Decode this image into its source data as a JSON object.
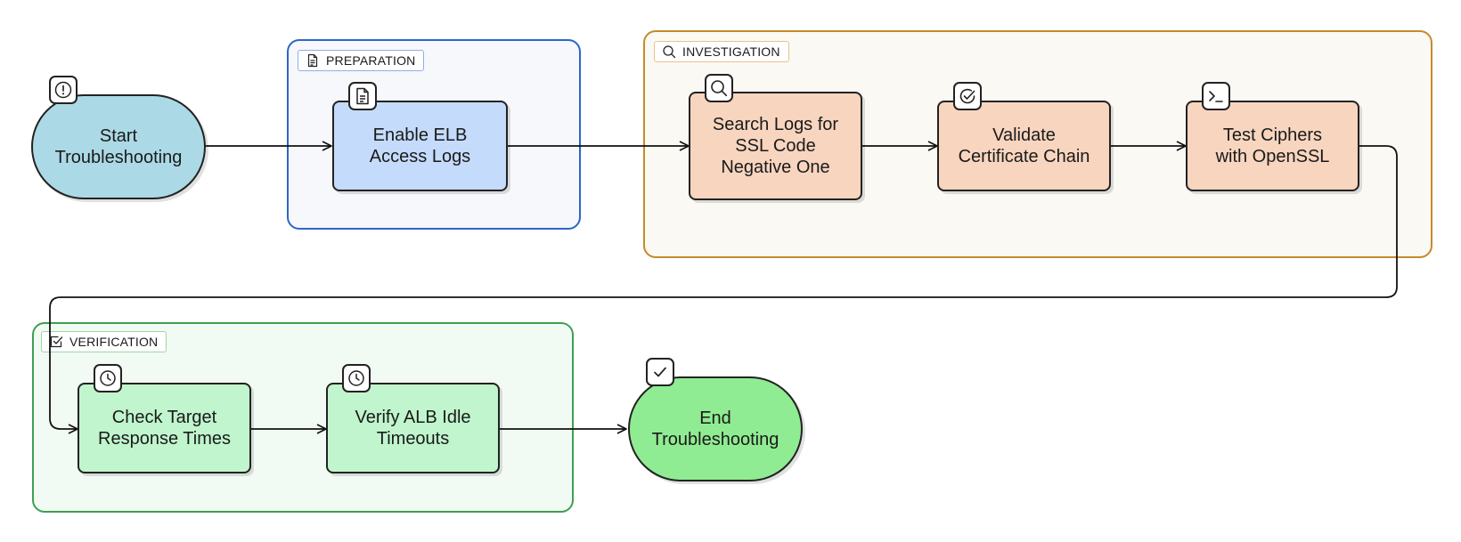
{
  "groups": {
    "preparation": "PREPARATION",
    "investigation": "INVESTIGATION",
    "verification": "VERIFICATION"
  },
  "nodes": {
    "start": "Start\nTroubleshooting",
    "enable_logs": "Enable ELB\nAccess Logs",
    "search_logs": "Search Logs for\nSSL Code\nNegative One",
    "validate_chain": "Validate\nCertificate Chain",
    "test_ciphers": "Test Ciphers\nwith OpenSSL",
    "check_response": "Check Target\nResponse Times",
    "verify_idle": "Verify ALB Idle\nTimeouts",
    "end": "End\nTroubleshooting"
  },
  "icons": {
    "start": "alert-circle-icon",
    "enable_logs": "document-icon",
    "search_logs": "search-icon",
    "validate_chain": "check-circle-icon",
    "test_ciphers": "terminal-icon",
    "check_response": "clock-icon",
    "verify_idle": "clock-icon",
    "end": "checkmark-icon"
  },
  "colors": {
    "preparation_border": "#2d66c8",
    "investigation_border": "#c58a2b",
    "verification_border": "#3f9e52",
    "blue_node": "#c5dbfb",
    "orange_node": "#f8d5bf",
    "green_node": "#c0f5cd",
    "start_node": "#acd9e6",
    "end_node": "#90ec92"
  }
}
